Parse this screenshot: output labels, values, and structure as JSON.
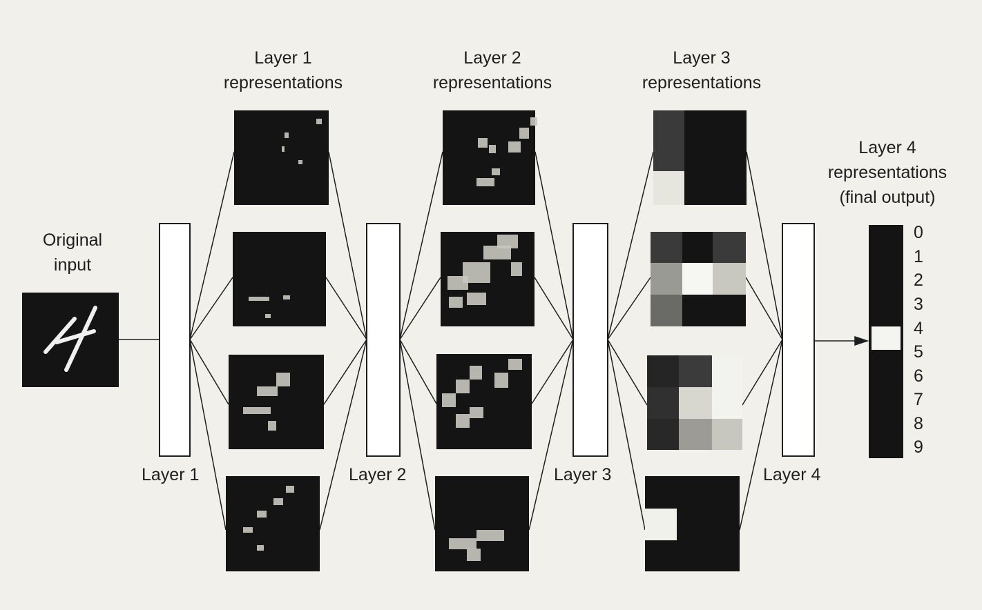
{
  "labels": {
    "input": [
      "Original",
      "input"
    ],
    "layer1_reps": [
      "Layer 1",
      "representations"
    ],
    "layer2_reps": [
      "Layer 2",
      "representations"
    ],
    "layer3_reps": [
      "Layer 3",
      "representations"
    ],
    "layer4_reps": [
      "Layer 4",
      "representations",
      "(final output)"
    ]
  },
  "layers": [
    "Layer 1",
    "Layer 2",
    "Layer 3",
    "Layer 4"
  ],
  "output": {
    "digits": [
      "0",
      "1",
      "2",
      "3",
      "4",
      "5",
      "6",
      "7",
      "8",
      "9"
    ],
    "active_digit": "4"
  },
  "colors": {
    "background": "#f1f0ea",
    "feature_map": "#141414",
    "stroke": "#1e1e1e",
    "highlight": "#f4f4f0"
  }
}
